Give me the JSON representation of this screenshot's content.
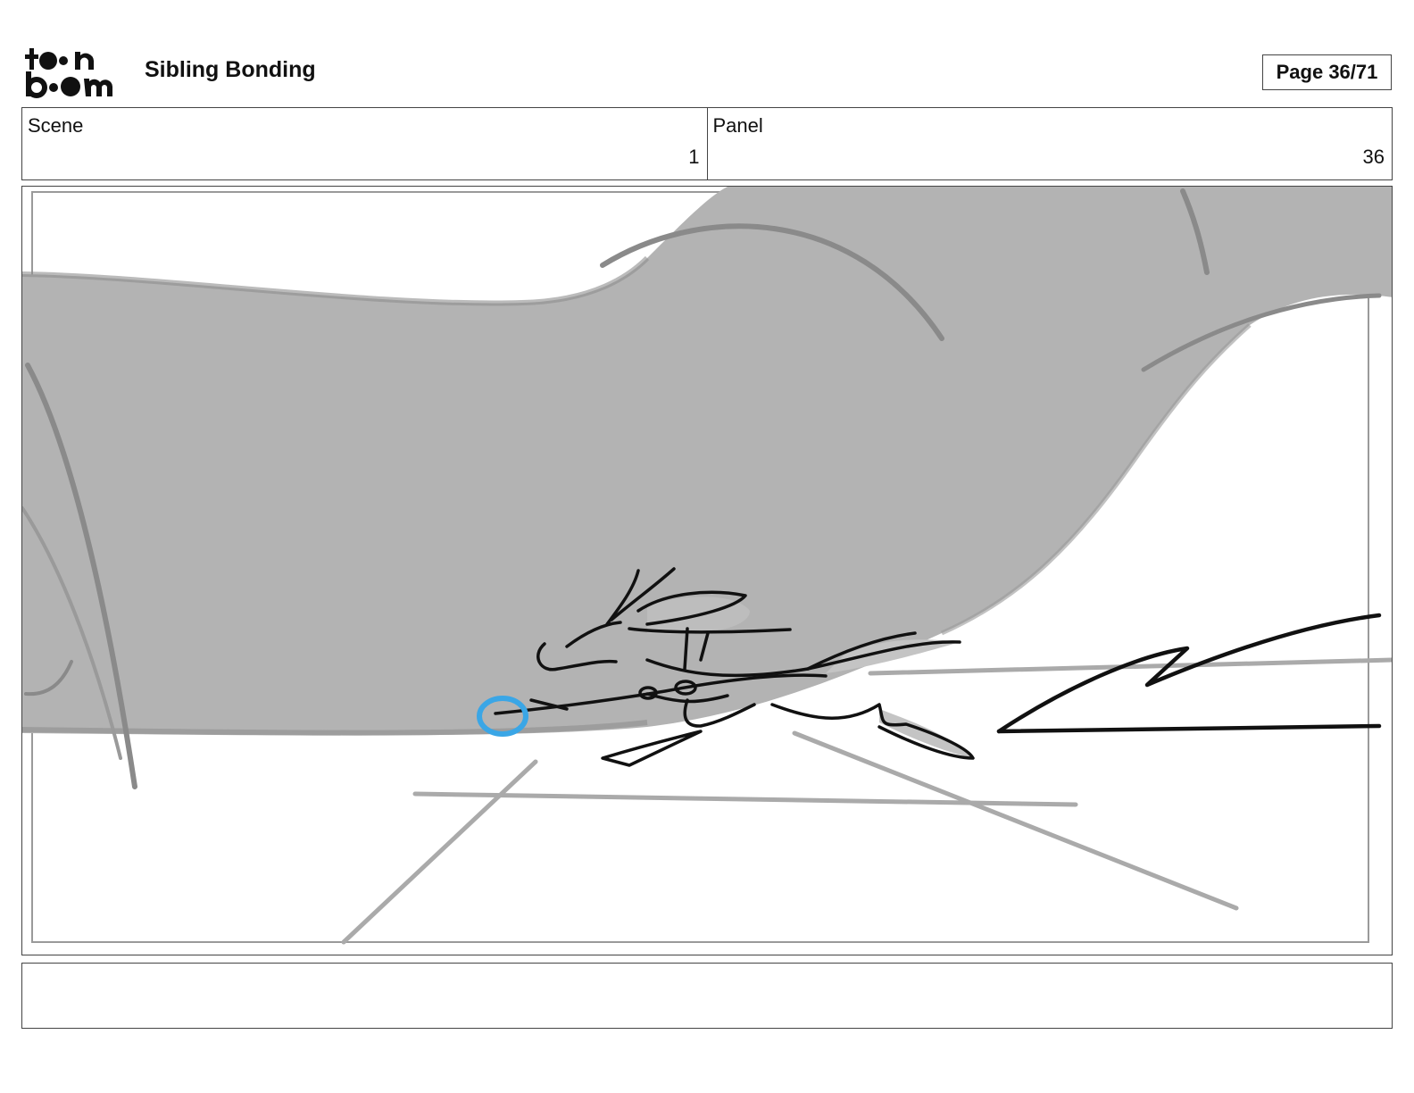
{
  "header": {
    "logo_top": "to●n",
    "logo_bottom": "b●●m",
    "title": "Sibling Bonding",
    "page_label": "Page 36/71"
  },
  "info": {
    "scene_label": "Scene",
    "scene_value": "1",
    "panel_label": "Panel",
    "panel_value": "36"
  },
  "panel": {
    "drawing": "storyboard-sketch",
    "colors": {
      "fill": "#b3b3b3",
      "stroke": "#111111",
      "guide": "#9a9a9a",
      "accent": "#3aa6e6"
    }
  },
  "caption": {
    "text": ""
  }
}
